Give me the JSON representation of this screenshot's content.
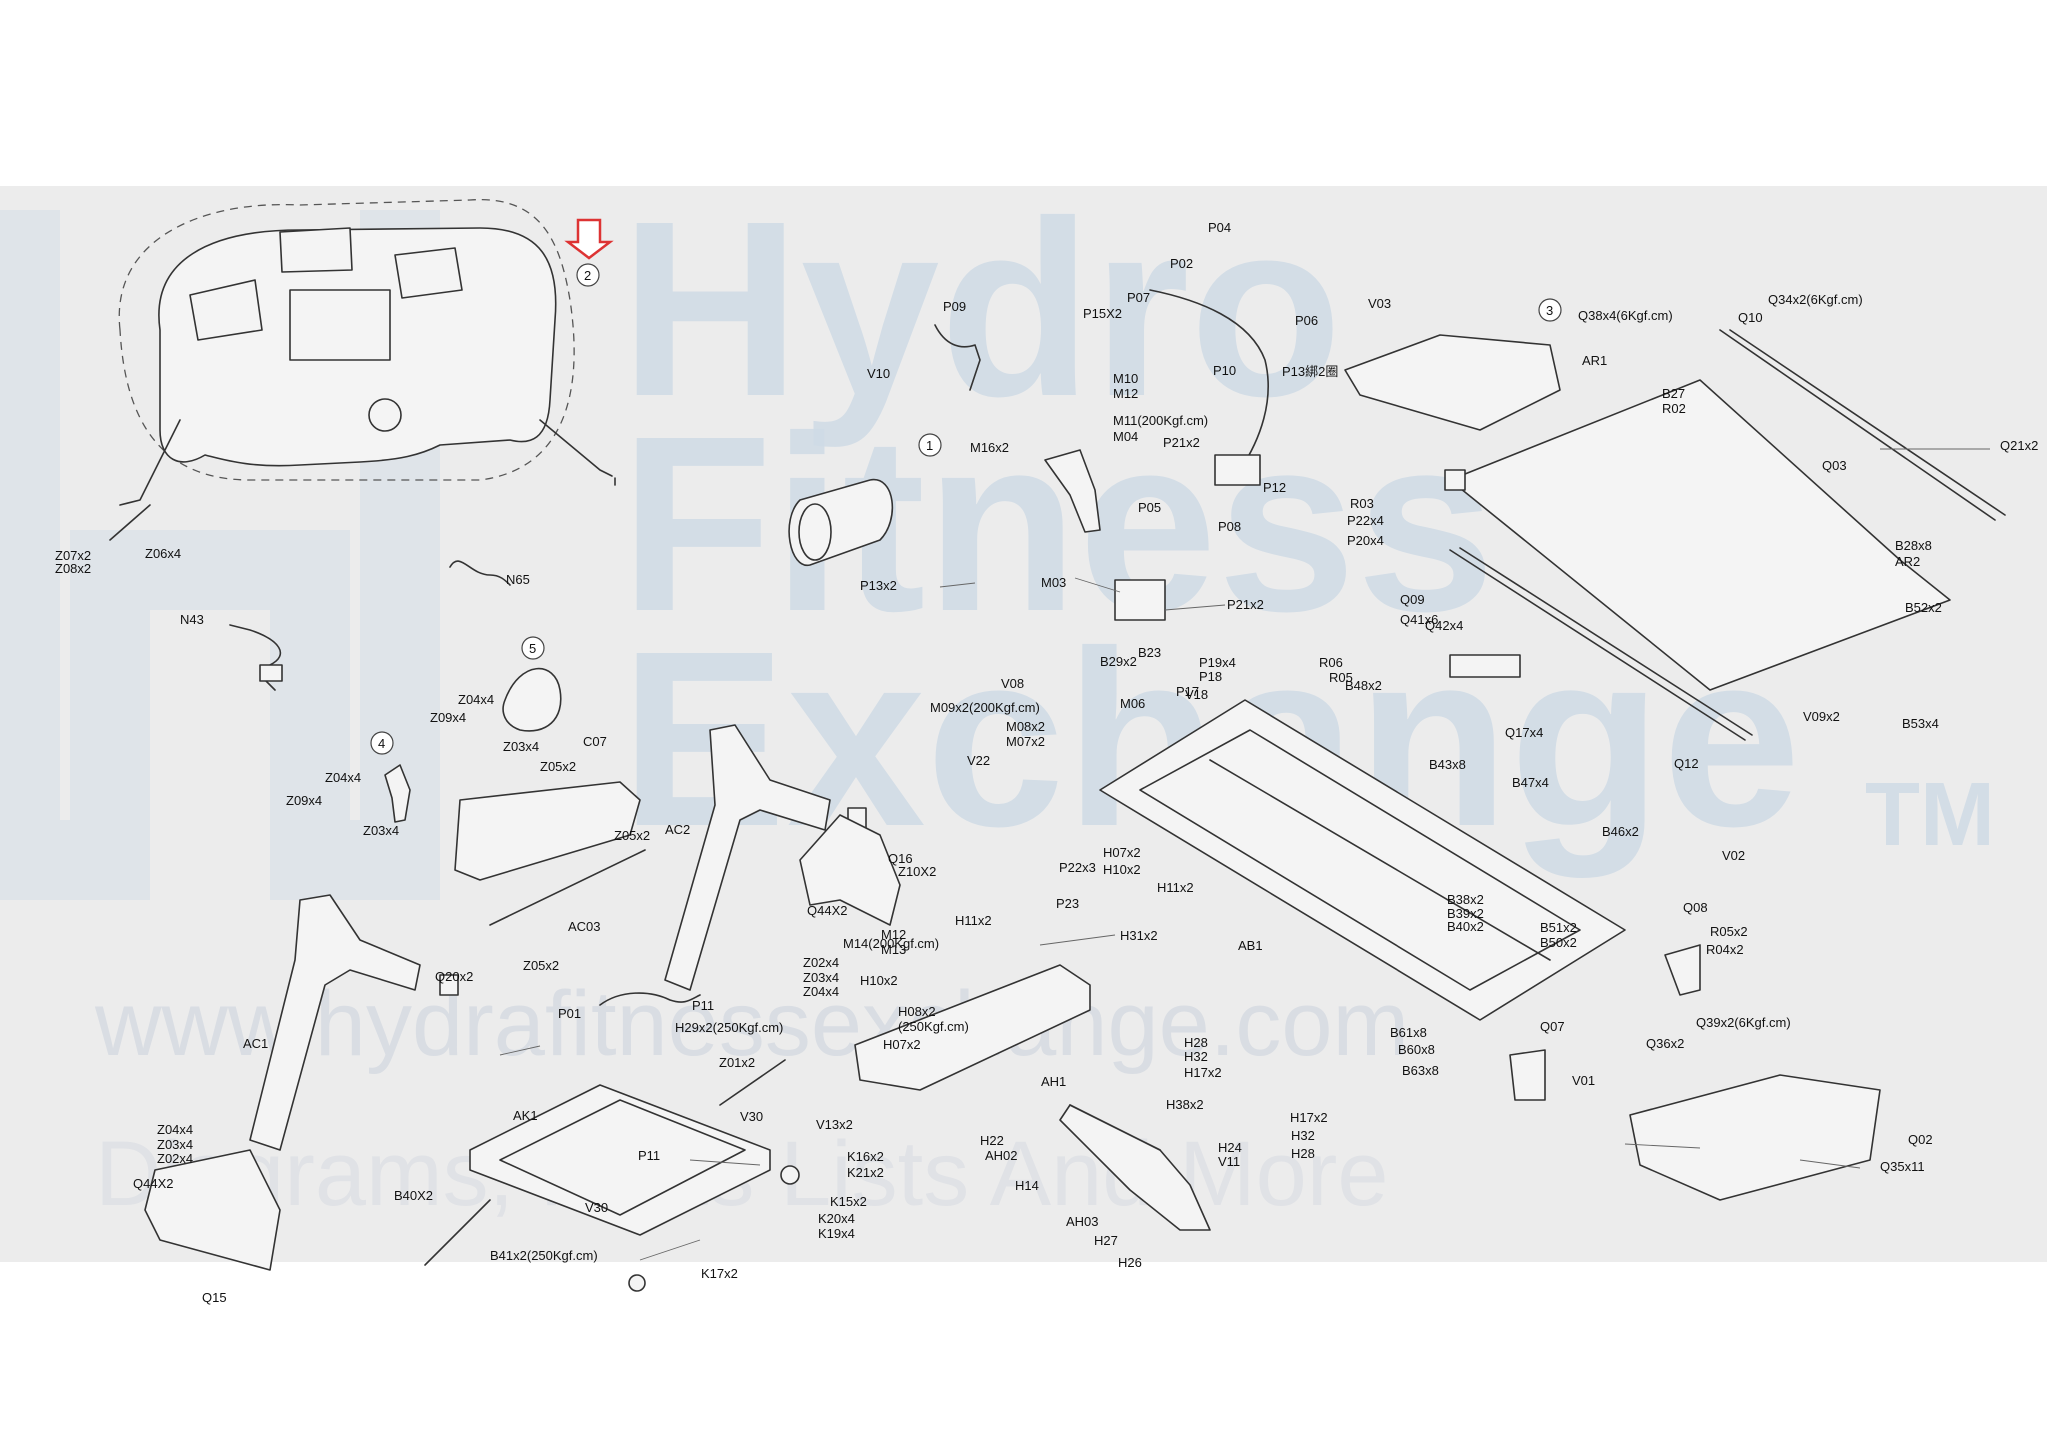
{
  "watermark": {
    "brand_line1": "Hydro",
    "brand_line2": "Fitness",
    "brand_line3": "Exchange",
    "trademark": "TM",
    "url": "www.hydrafitnessexchange.com",
    "tagline": "Diagrams, Parts Lists And More"
  },
  "colors": {
    "panel_bg": "#ececec",
    "watermark": "#cfdbe6",
    "arrow": "#d33333"
  },
  "callouts": [
    "1",
    "2",
    "3",
    "4",
    "5"
  ],
  "labels": [
    "P04",
    "P02",
    "P07",
    "P15X2",
    "P06",
    "P09",
    "V10",
    "P10",
    "P13綁2圈",
    "M10",
    "M12",
    "M11(200Kgf.cm)",
    "M04",
    "M16x2",
    "P21x2",
    "P12",
    "P05",
    "P08",
    "M03",
    "P21x2",
    "P13x2",
    "V03",
    "Q38x4(6Kgf.cm)",
    "Q34x2(6Kgf.cm)",
    "Q10",
    "AR1",
    "B27",
    "R02",
    "Q03",
    "Q21x2",
    "R03",
    "P22x4",
    "P20x4",
    "B28x8",
    "AR2",
    "Q09",
    "Q41x6",
    "Q42x4",
    "B52x2",
    "Q17x4",
    "V09x2",
    "B53x4",
    "Q12",
    "Z07x2",
    "Z08x2",
    "Z06x4",
    "N65",
    "N43",
    "Z04x4",
    "Z09x4",
    "Z03x4",
    "Z05x2",
    "C07",
    "Z04x4",
    "Z09x4",
    "Z03x4",
    "Z05x2",
    "AC03",
    "Z05x2",
    "Q20x2",
    "AC1",
    "Z04x4",
    "Z03x4",
    "Z02x4",
    "Q44X2",
    "Q15",
    "AC2",
    "Q16",
    "Z10X2",
    "Q44X2",
    "Z02x4",
    "Z03x4",
    "Z04x4",
    "P01",
    "P11",
    "V08",
    "M09x2(200Kgf.cm)",
    "M08x2",
    "M07x2",
    "V22",
    "B29x2",
    "B23",
    "P19x4",
    "P18",
    "M06",
    "P17",
    "V18",
    "R06",
    "R05",
    "B48x2",
    "B43x8",
    "B47x4",
    "B46x2",
    "P22x3",
    "P23",
    "H07x2",
    "H10x2",
    "H11x2",
    "AB1",
    "B38x2",
    "B39x2",
    "B40x2",
    "B51x2",
    "B50x2",
    "V02",
    "Q08",
    "R05x2",
    "R04x2",
    "Q39x2(6Kgf.cm)",
    "Q36x2",
    "Q07",
    "V01",
    "B61x8",
    "B60x8",
    "B63x8",
    "Q02",
    "Q35x11",
    "H11x2",
    "H31x2",
    "M14(200Kgf.cm)",
    "M12",
    "M13",
    "H10x2",
    "H08x2",
    "(250Kgf.cm)",
    "H07x2",
    "AH1",
    "H28",
    "H32",
    "H17x2",
    "H29x2(250Kgf.cm)",
    "Z01x2",
    "V30",
    "V13x2",
    "AK1",
    "P11",
    "K16x2",
    "K21x2",
    "K15x2",
    "K20x4",
    "K19x4",
    "B40X2",
    "V30",
    "B41x2(250Kgf.cm)",
    "K17x2",
    "H22",
    "AH02",
    "H14",
    "H38x2",
    "H17x2",
    "H24",
    "V11",
    "H32",
    "H28",
    "AH03",
    "H27",
    "H26"
  ]
}
